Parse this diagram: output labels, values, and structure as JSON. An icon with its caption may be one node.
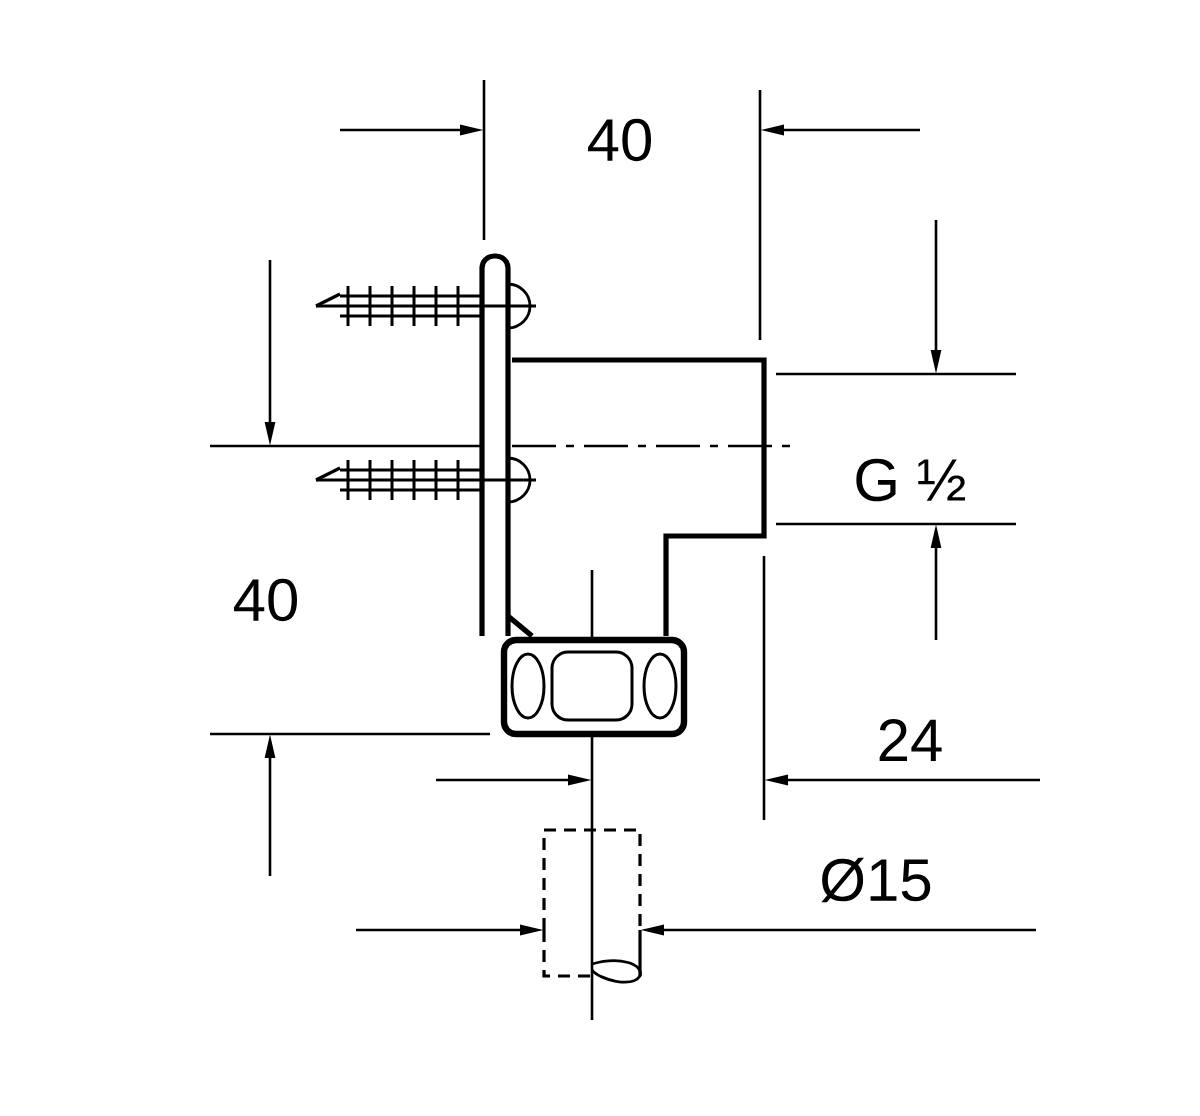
{
  "diagram": {
    "labels": [
      "40",
      "G ½",
      "40",
      "24",
      "Ø15"
    ]
  }
}
